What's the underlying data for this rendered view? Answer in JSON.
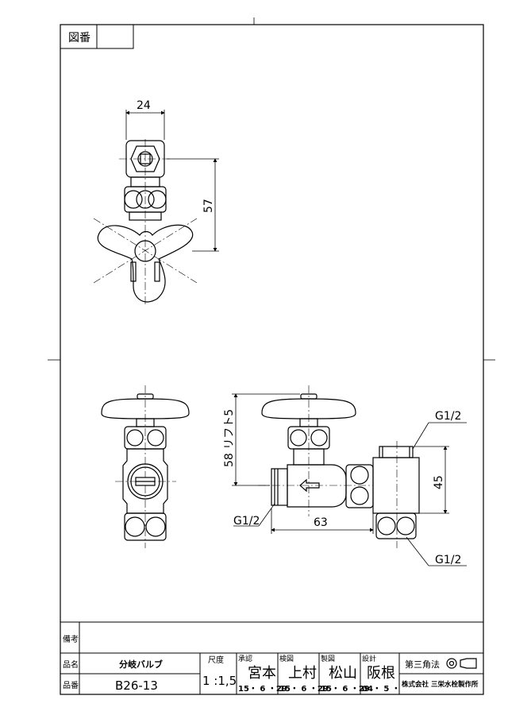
{
  "header": {
    "drawing_no_label": "図番",
    "drawing_no_value": ""
  },
  "dimensions": {
    "top_width": "24",
    "top_height": "57",
    "front_height": "58 リフト5",
    "pitch": "45",
    "length": "63",
    "thread_inlet": "G1/2",
    "thread_top": "G1/2",
    "thread_bottom": "G1/2"
  },
  "title_block": {
    "remarks_label": "備考",
    "name_label": "品名",
    "name_value": "分岐バルブ",
    "number_label": "品番",
    "number_value": "B26-13",
    "scale_label": "尺度",
    "scale_value": "1 :1,5",
    "approved_label": "承認",
    "approved_name": "宮本",
    "approved_date": "15・ 6 ・29",
    "checked_label": "検図",
    "checked_name": "上村",
    "checked_date": "15・ 6 ・29",
    "drawn_label": "製図",
    "drawn_name": "松山",
    "drawn_date": "15・ 6 ・29",
    "designed_label": "設計",
    "designed_name": "阪根",
    "designed_date": "04・ 5 ・",
    "projection_label": "第三角法",
    "company": "株式会社 三栄水栓製作所"
  }
}
